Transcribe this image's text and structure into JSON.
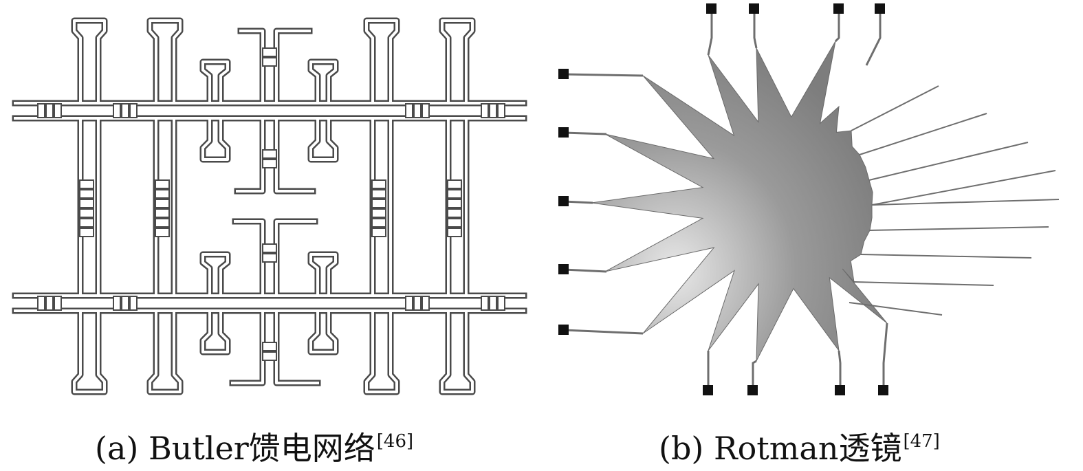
{
  "figure": {
    "panel_a": {
      "label": "(a) Butler馈电网络",
      "ref": "[46]"
    },
    "panel_b": {
      "label": "(b) Rotman透镜",
      "ref": "[47]"
    }
  },
  "colors": {
    "trace_stroke": "#4a4a4a",
    "trace_fill": "#ffffff",
    "lens_fill": "#9a9a9a",
    "lens_highlight": "#e8e8e8",
    "port_fill": "#111111",
    "text": "#111111"
  }
}
